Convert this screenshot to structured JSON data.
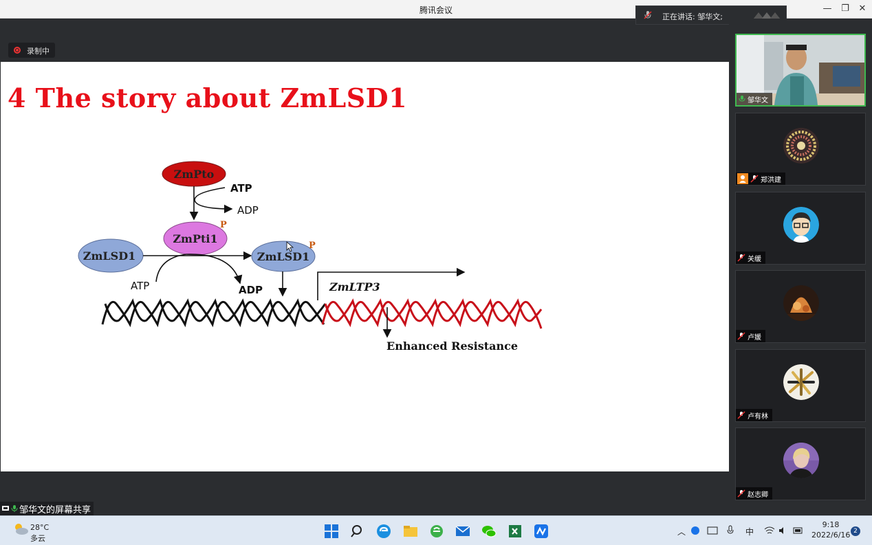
{
  "window": {
    "title": "腾讯会议"
  },
  "speaking": {
    "label": "正在讲话: 邹华文;"
  },
  "recording": {
    "label": "录制中"
  },
  "slide": {
    "title": "4 The story about ZmLSD1",
    "diagram": {
      "zmpto": "ZmPto",
      "atp_top": "ATP",
      "adp_top": "ADP",
      "zmpti1": "ZmPti1",
      "p1": "P",
      "zmlsd1_left": "ZmLSD1",
      "zmlsd1_right": "ZmLSD1",
      "p2": "P",
      "atp_bottom": "ATP",
      "adp_bottom": "ADP",
      "gene": "ZmLTP3",
      "outcome": "Enhanced Resistance"
    }
  },
  "share": {
    "label": "邹华文的屏幕共享"
  },
  "participants": [
    {
      "name": "邹华文"
    },
    {
      "name": "郑洪建"
    },
    {
      "name": "关缓"
    },
    {
      "name": "卢媛"
    },
    {
      "name": "卢有林"
    },
    {
      "name": "赵志卿"
    }
  ],
  "taskbar": {
    "weather_temp": "28°C",
    "weather_cond": "多云",
    "ime": "中",
    "time": "9:18",
    "date": "2022/6/16",
    "notifications": "2"
  },
  "colors": {
    "accent_red": "#e8101a",
    "mic_green": "#3fb950",
    "dark_bg": "#2b2d30"
  }
}
